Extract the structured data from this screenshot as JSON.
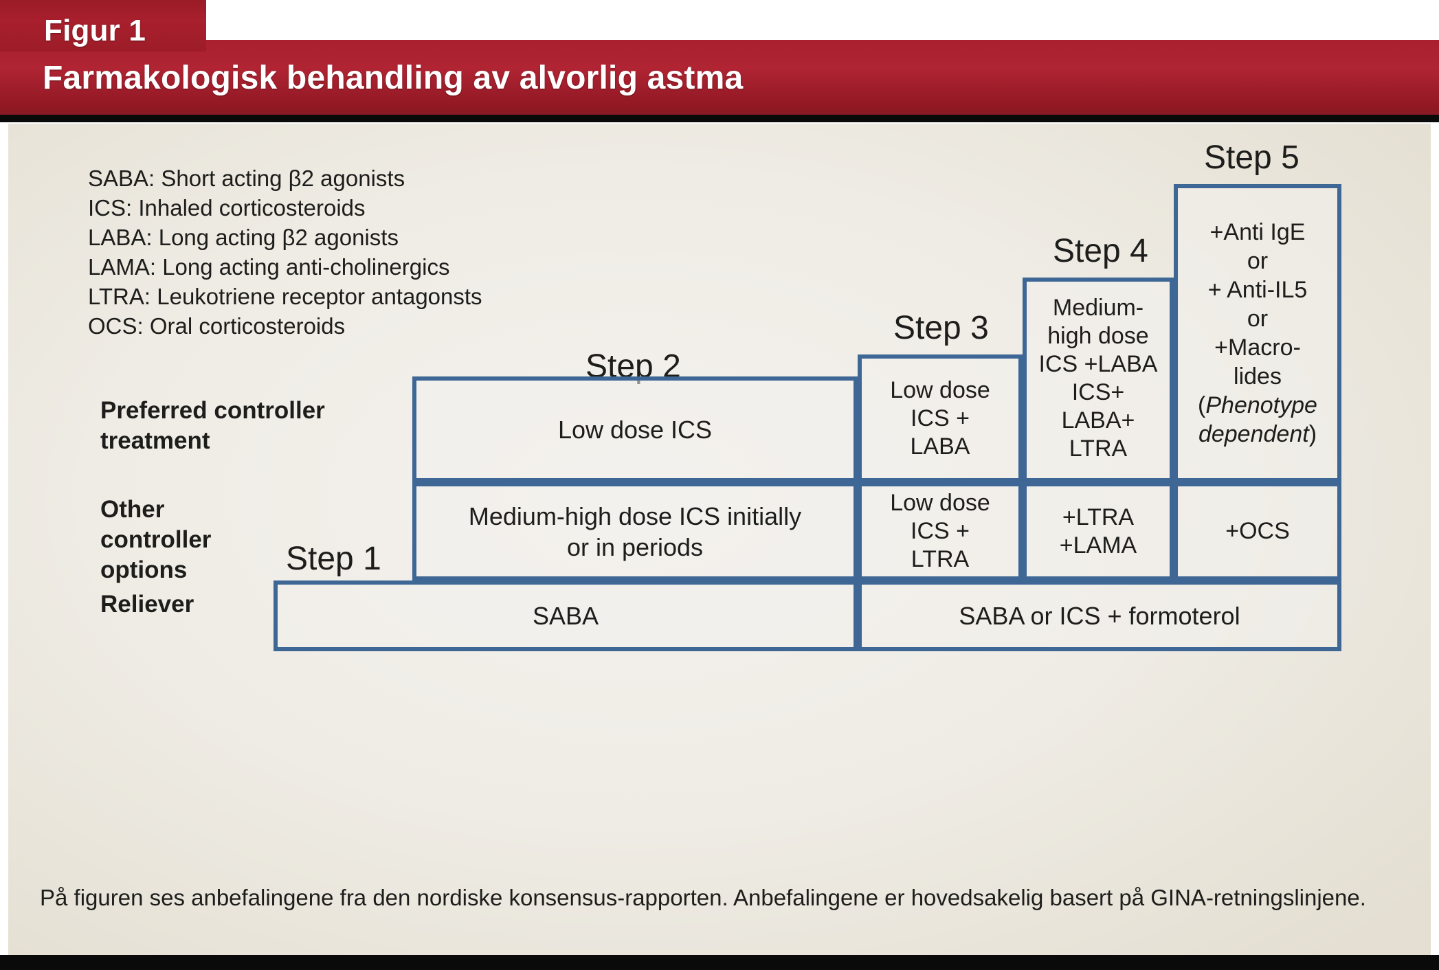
{
  "header": {
    "tab_label": "Figur 1",
    "title": "Farmakologisk behandling av alvorlig astma",
    "banner_color": "#a81f2d",
    "rule_color": "#0a0a0a"
  },
  "legend": {
    "items": [
      "SABA: Short acting β2 agonists",
      "ICS: Inhaled corticosteroids",
      "LABA: Long acting β2 agonists",
      "LAMA: Long acting anti-cholinergics",
      "LTRA:  Leukotriene receptor antagonsts",
      "OCS: Oral corticosteroids"
    ]
  },
  "row_labels": {
    "preferred": "Preferred controller\ntreatment",
    "other": "Other\ncontroller\noptions",
    "reliever": "Reliever"
  },
  "steps": {
    "step1": "Step 1",
    "step2": "Step 2",
    "step3": "Step 3",
    "step4": "Step 4",
    "step5": "Step 5"
  },
  "cells": {
    "preferred_step2": "Low dose ICS",
    "preferred_step3": "Low dose\nICS +\nLABA",
    "preferred_step4_top": "Medium-\nhigh dose\nICS +LABA",
    "preferred_step4_bottom": "ICS+\nLABA+\nLTRA",
    "step5_line1": "+Anti IgE",
    "step5_line2": "or",
    "step5_line3": "+ Anti-IL5",
    "step5_line4": "or",
    "step5_line5": "+Macro-",
    "step5_line6": "lides",
    "step5_line7_open": "(",
    "step5_line7_ital": "Phenotype",
    "step5_line8_ital": "dependent",
    "step5_line8_close": ")",
    "other_step2": "Medium-high dose ICS initially\nor in periods",
    "other_step3": "Low dose\nICS +\nLTRA",
    "other_step4": "+LTRA\n+LAMA",
    "other_step5": "+OCS",
    "reliever_left": "SABA",
    "reliever_right": "SABA or ICS + formoterol"
  },
  "caption": "På figuren ses anbefalingene fra den nordiske konsensus-rapporten. Anbefalingene er hovedsakelig basert på GINA-retningslinjene.",
  "colors": {
    "box_border": "#3f6795",
    "figure_bg": "#f0ede7",
    "text": "#1d1d1b"
  }
}
